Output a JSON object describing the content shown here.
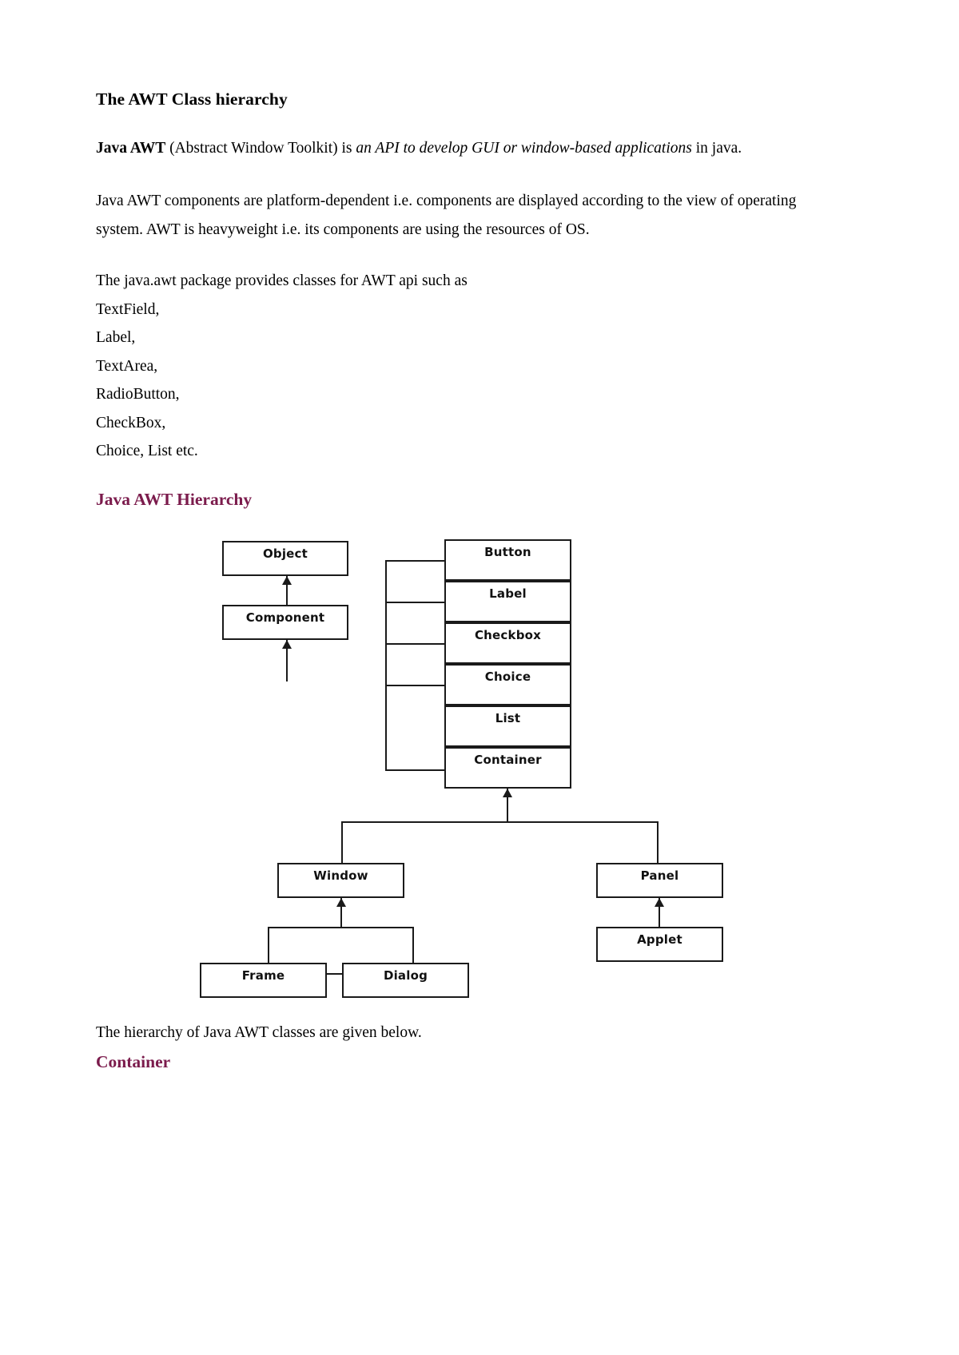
{
  "document": {
    "title": "The AWT Class hierarchy",
    "intro": {
      "bold_lead": "Java AWT",
      "normal_1": " (Abstract Window Toolkit) is ",
      "italic_1": "an  API   to   develop GUI or window-based applications",
      "normal_2": " in java."
    },
    "paragraph_platform": "Java AWT components are platform-dependent i.e. components are displayed according to the view of operating system. AWT is heavyweight i.e. its components are using the resources of OS.",
    "paragraph_package": "The java.awt package provides classes for AWT api such as",
    "class_list": [
      "TextField,",
      "Label,",
      "TextArea,",
      "RadioButton,",
      "CheckBox,",
      "Choice, List etc."
    ],
    "hierarchy_heading": "Java AWT Hierarchy",
    "footer_text": "The hierarchy of Java AWT classes are given below.",
    "footer_heading": "Container"
  },
  "colors": {
    "heading_accent": "#7B1B4C",
    "text": "#000000",
    "diagram_stroke": "#1a1a1a",
    "page_background": "#ffffff"
  },
  "diagram": {
    "nodes": {
      "object": "Object",
      "component": "Component",
      "button": "Button",
      "label": "Label",
      "checkbox": "Checkbox",
      "choice": "Choice",
      "list": "List",
      "container": "Container",
      "window": "Window",
      "panel": "Panel",
      "applet": "Applet",
      "frame": "Frame",
      "dialog": "Dialog"
    },
    "edges": [
      "Component -> Object",
      "Component -> (children bus)",
      "Button, Label, Checkbox, Choice, List, Container branch from Component",
      "Window -> Container",
      "Panel -> Container",
      "Frame -> Window",
      "Dialog -> Window",
      "Applet -> Panel"
    ]
  }
}
